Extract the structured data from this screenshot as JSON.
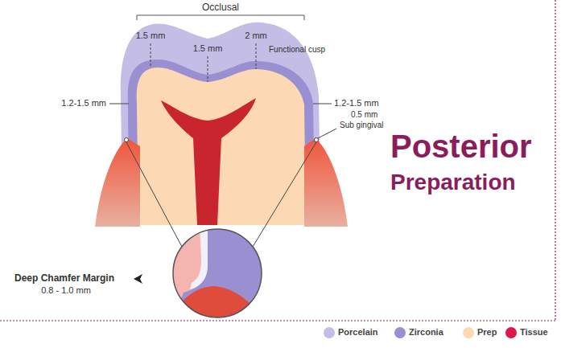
{
  "diagram": {
    "labels": [
      "Occlusal",
      "1.5 mm",
      "1.5 mm",
      "2 mm",
      "Functional cusp",
      "1.2-1.5 mm",
      "1.2-1.5 mm",
      "0.5 mm",
      "Sub gingival",
      "Deep Chamfer Margin",
      "0.8 - 1.0 mm",
      "Posterior",
      "Preparation"
    ],
    "legend": [
      {
        "text": "Porcelain",
        "color": "#c4bde6"
      },
      {
        "text": "Zirconia",
        "color": "#9a8fd0"
      },
      {
        "text": "Prep",
        "color": "#fcd9b4"
      },
      {
        "text": "Tissue",
        "color": "#e0174a"
      }
    ]
  }
}
